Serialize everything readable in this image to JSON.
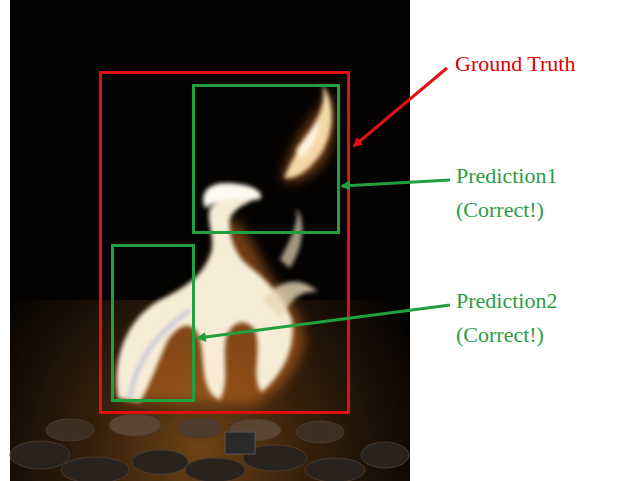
{
  "diagram": {
    "labels": [
      "Ground Truth",
      "Prediction1",
      "(Correct!)",
      "Prediction2",
      "(Correct!)"
    ]
  }
}
